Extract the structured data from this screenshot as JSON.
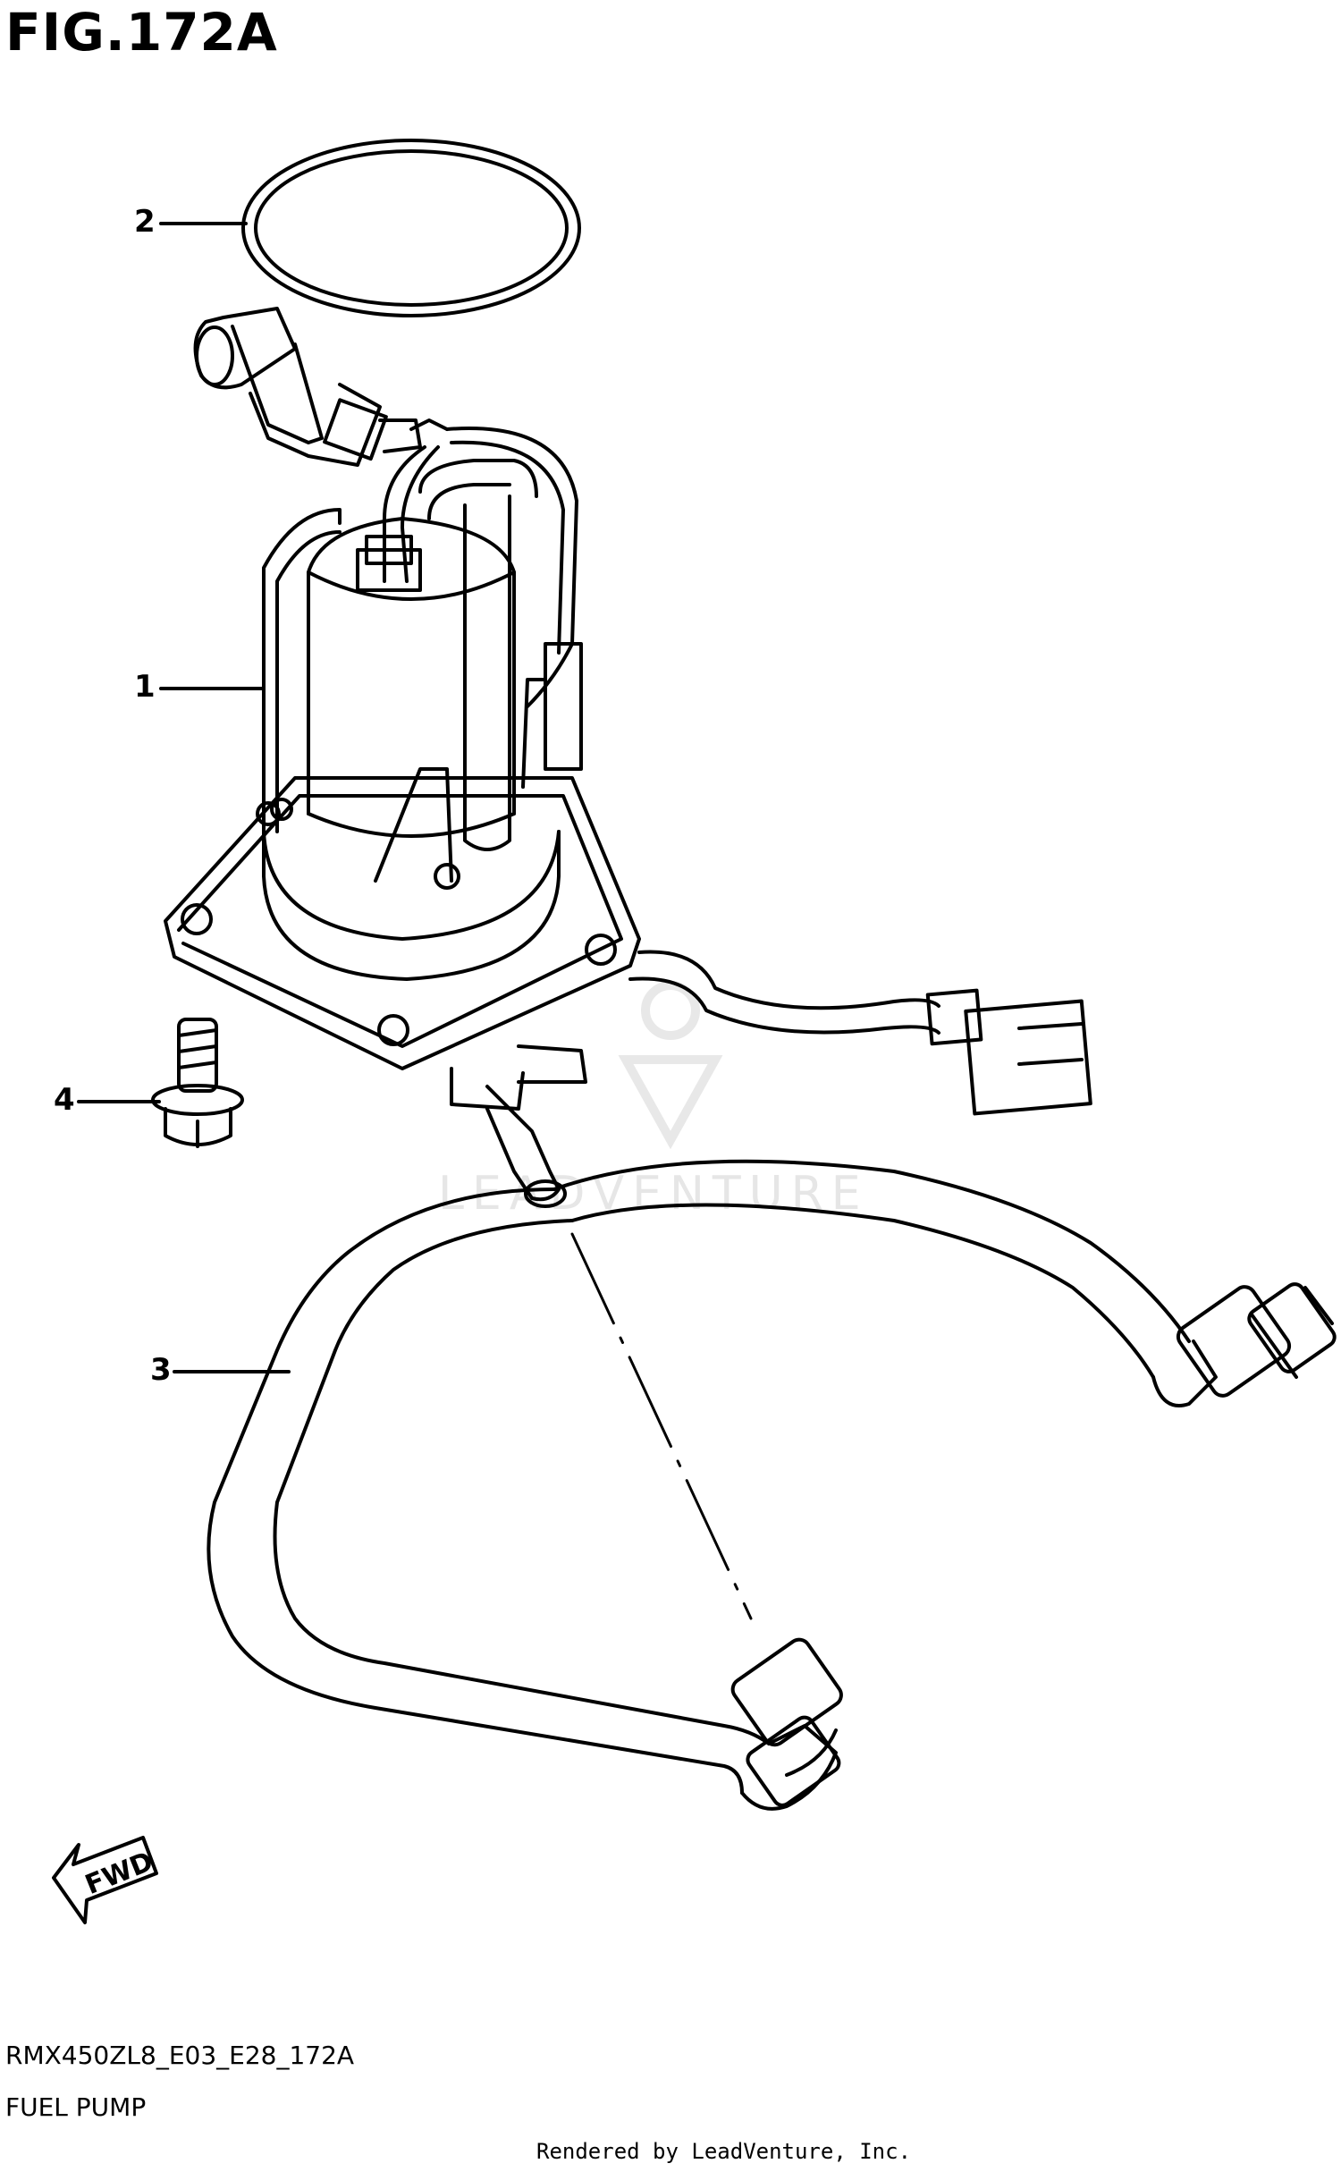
{
  "figure": {
    "title": "FIG.172A"
  },
  "callouts": [
    {
      "number": "2"
    },
    {
      "number": "1"
    },
    {
      "number": "4"
    },
    {
      "number": "3"
    }
  ],
  "fwd_arrow": {
    "label": "FWD"
  },
  "footer": {
    "model_code": "RMX450ZL8_E03_E28_172A",
    "part_name": "FUEL PUMP",
    "credit": "Rendered by LeadVenture, Inc."
  },
  "watermark": {
    "text": "LEADVENTURE"
  }
}
